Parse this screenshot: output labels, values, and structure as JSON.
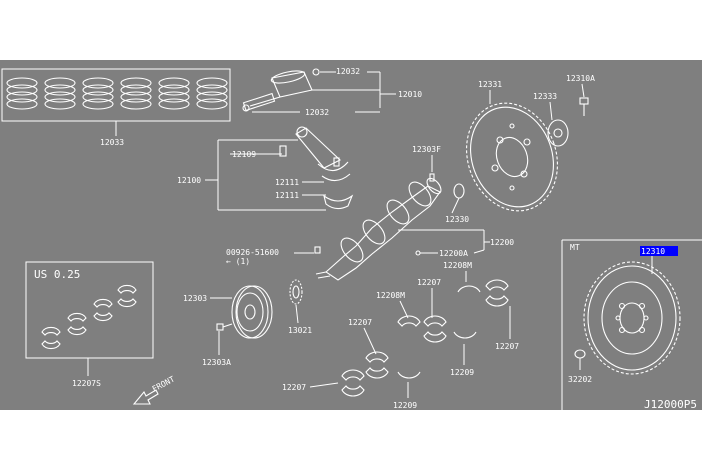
{
  "diagram": {
    "code": "J12000P5",
    "section_mt": "MT",
    "section_us": "US 0.25",
    "front": "FRONT"
  },
  "labels": {
    "p12033": "12033",
    "p12032a": "12032",
    "p12032b": "12032",
    "p12010": "12010",
    "p12109": "12109",
    "p12100": "12100",
    "p12111a": "12111",
    "p12111b": "12111",
    "p12331": "12331",
    "p12333": "12333",
    "p12310A": "12310A",
    "p12303F": "12303F",
    "p12330": "12330",
    "p12200": "12200",
    "p12200A": "12200A",
    "p12208Ma": "12208M",
    "p00926": "00926-51600",
    "p00926sub": "← (1)",
    "p12303": "12303",
    "p13021": "13021",
    "p12303A": "12303A",
    "p12208Mb": "12208M",
    "p12207a": "12207",
    "p12207b": "12207",
    "p12207c": "12207",
    "p12207d": "12207",
    "p12209a": "12209",
    "p12209b": "12209",
    "p12207S": "12207S",
    "p12310": "12310",
    "p32202": "32202"
  },
  "colors": {
    "background": "#7f7f7f",
    "lines": "#ffffff",
    "highlight": "#0000ff"
  }
}
